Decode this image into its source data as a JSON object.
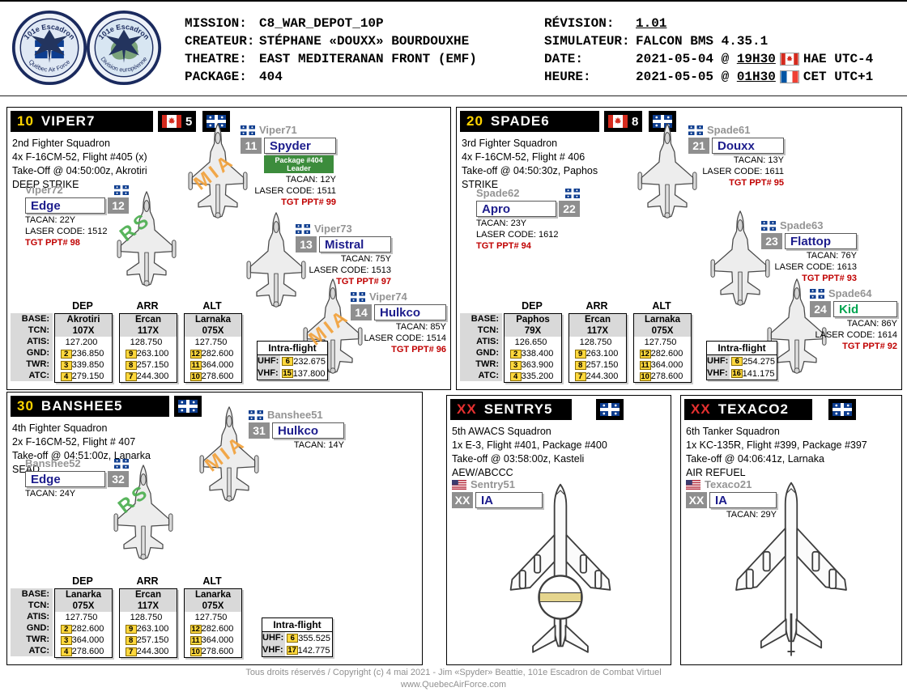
{
  "header": {
    "logos": {
      "left_top_arc": "101e Escadron",
      "left_bottom_arc": "Québec Air Force",
      "right_top_arc": "101e Escadron",
      "right_bottom_arc": "Division européenne"
    },
    "fields_left": [
      {
        "label": "MISSION:",
        "value": "C8_WAR_DEPOT_10P"
      },
      {
        "label": "CREATEUR:",
        "value": "STÉPHANE «DOUXX» BOURDOUXHE"
      },
      {
        "label": "THEATRE:",
        "value": "EAST MEDITERANAN FRONT (EMF)"
      },
      {
        "label": "PACKAGE:",
        "value": "404"
      }
    ],
    "revision": {
      "label": "RÉVISION:",
      "value": "1.01"
    },
    "simulateur": {
      "label": "SIMULATEUR:",
      "value": "FALCON BMS 4.35.1"
    },
    "date": {
      "label": "DATE:",
      "value": "2021-05-04 @",
      "time": "19H30",
      "tz": "HAE UTC-4"
    },
    "heure": {
      "label": "HEURE:",
      "value": "2021-05-05 @",
      "time": "01H30",
      "tz": "CET UTC+1"
    }
  },
  "icons": {
    "canada_flag": "canada-flag",
    "quebec_flag": "quebec-flag",
    "us_flag": "us-flag",
    "france_flag": "france-flag"
  },
  "colors": {
    "flight_number_yellow": "#FFD400",
    "flight_number_red": "#E53030",
    "pilot_navy": "#1c1c8c",
    "pilot_green": "#00A550",
    "tgt_red": "#C00000",
    "mia_orange": "#F2A23C",
    "rs_green": "#4CAF50",
    "preset_yellow": "#FFD83D"
  },
  "flights": [
    {
      "number": "10",
      "name": "VIPER7",
      "canada_count": "5",
      "desc": [
        "2nd Fighter Squadron",
        "4x F-16CM-52, Flight #405 (x)",
        "Take-Off @ 04:50:00z, Akrotiri",
        "DEEP STRIKE"
      ],
      "aircraft": [
        {
          "callsign": "Viper71",
          "num": "11",
          "pilot": "Spyder",
          "leader_badge": "Package #404 Leader",
          "tacan": "TACAN: 12Y",
          "laser": "LASER CODE: 1511",
          "tgt": "TGT PPT# 99",
          "status": "MIA"
        },
        {
          "callsign": "Viper72",
          "num": "12",
          "pilot": "Edge",
          "tacan": "TACAN: 22Y",
          "laser": "LASER CODE: 1512",
          "tgt": "TGT PPT# 98",
          "status": "RS"
        },
        {
          "callsign": "Viper73",
          "num": "13",
          "pilot": "Mistral",
          "tacan": "TACAN: 75Y",
          "laser": "LASER CODE: 1513",
          "tgt": "TGT PPT# 97"
        },
        {
          "callsign": "Viper74",
          "num": "14",
          "pilot": "Hulkco",
          "tacan": "TACAN: 85Y",
          "laser": "LASER CODE: 1514",
          "tgt": "TGT PPT# 96",
          "status": "MIA"
        }
      ],
      "table": {
        "row_labels": [
          "BASE:",
          "TCN:",
          "ATIS:",
          "GND:",
          "TWR:",
          "ATC:"
        ],
        "columns": [
          {
            "header": "DEP",
            "base": "Akrotiri",
            "tcn": "107X",
            "atis": "127.200",
            "gnd": {
              "ch": "2",
              "freq": "236.850"
            },
            "twr": {
              "ch": "3",
              "freq": "339.850"
            },
            "atc": {
              "ch": "4",
              "freq": "279.150"
            }
          },
          {
            "header": "ARR",
            "base": "Ercan",
            "tcn": "117X",
            "atis": "128.750",
            "gnd": {
              "ch": "9",
              "freq": "263.100"
            },
            "twr": {
              "ch": "8",
              "freq": "257.150"
            },
            "atc": {
              "ch": "7",
              "freq": "244.300"
            }
          },
          {
            "header": "ALT",
            "base": "Larnaka",
            "tcn": "075X",
            "atis": "127.750",
            "gnd": {
              "ch": "12",
              "freq": "282.600"
            },
            "twr": {
              "ch": "11",
              "freq": "364.000"
            },
            "atc": {
              "ch": "10",
              "freq": "278.600"
            }
          }
        ]
      },
      "intra": {
        "title": "Intra-flight",
        "uhf_label": "UHF:",
        "uhf_ch": "6",
        "uhf": "232.675",
        "vhf_label": "VHF:",
        "vhf_ch": "15",
        "vhf": "137.800"
      }
    },
    {
      "number": "20",
      "name": "SPADE6",
      "canada_count": "8",
      "desc": [
        "3rd Fighter Squadron",
        "4x F-16CM-52, Flight # 406",
        "Take-off @ 04:50:30z, Paphos",
        "STRIKE"
      ],
      "aircraft": [
        {
          "callsign": "Spade61",
          "num": "21",
          "pilot": "Douxx",
          "tacan": "TACAN: 13Y",
          "laser": "LASER CODE: 1611",
          "tgt": "TGT PPT# 95"
        },
        {
          "callsign": "Spade62",
          "num": "22",
          "pilot": "Apro",
          "tacan": "TACAN: 23Y",
          "laser": "LASER CODE: 1612",
          "tgt": "TGT PPT# 94"
        },
        {
          "callsign": "Spade63",
          "num": "23",
          "pilot": "Flattop",
          "tacan": "TACAN: 76Y",
          "laser": "LASER CODE: 1613",
          "tgt": "TGT PPT# 93"
        },
        {
          "callsign": "Spade64",
          "num": "24",
          "pilot": "Kid",
          "tacan": "TACAN: 86Y",
          "laser": "LASER CODE: 1614",
          "tgt": "TGT PPT# 92"
        }
      ],
      "table": {
        "row_labels": [
          "BASE:",
          "TCN:",
          "ATIS:",
          "GND:",
          "TWR:",
          "ATC:"
        ],
        "columns": [
          {
            "header": "DEP",
            "base": "Paphos",
            "tcn": "79X",
            "atis": "126.650",
            "gnd": {
              "ch": "2",
              "freq": "338.400"
            },
            "twr": {
              "ch": "3",
              "freq": "363.900"
            },
            "atc": {
              "ch": "4",
              "freq": "335.200"
            }
          },
          {
            "header": "ARR",
            "base": "Ercan",
            "tcn": "117X",
            "atis": "128.750",
            "gnd": {
              "ch": "9",
              "freq": "263.100"
            },
            "twr": {
              "ch": "8",
              "freq": "257.150"
            },
            "atc": {
              "ch": "7",
              "freq": "244.300"
            }
          },
          {
            "header": "ALT",
            "base": "Larnaka",
            "tcn": "075X",
            "atis": "127.750",
            "gnd": {
              "ch": "12",
              "freq": "282.600"
            },
            "twr": {
              "ch": "11",
              "freq": "364.000"
            },
            "atc": {
              "ch": "10",
              "freq": "278.600"
            }
          }
        ]
      },
      "intra": {
        "title": "Intra-flight",
        "uhf_label": "UHF:",
        "uhf_ch": "6",
        "uhf": "254.275",
        "vhf_label": "VHF:",
        "vhf_ch": "16",
        "vhf": "141.175"
      }
    },
    {
      "number": "30",
      "name": "BANSHEE5",
      "desc": [
        "4th Fighter Squadron",
        "2x F-16CM-52, Flight # 407",
        "Take-off @ 04:51:00z, Lanarka",
        "SEAD"
      ],
      "aircraft": [
        {
          "callsign": "Banshee51",
          "num": "31",
          "pilot": "Hulkco",
          "tacan": "TACAN: 14Y",
          "status": "MIA"
        },
        {
          "callsign": "Banshee52",
          "num": "32",
          "pilot": "Edge",
          "tacan": "TACAN: 24Y",
          "status": "RS"
        }
      ],
      "table": {
        "row_labels": [
          "BASE:",
          "TCN:",
          "ATIS:",
          "GND:",
          "TWR:",
          "ATC:"
        ],
        "columns": [
          {
            "header": "DEP",
            "base": "Lanarka",
            "tcn": "075X",
            "atis": "127.750",
            "gnd": {
              "ch": "2",
              "freq": "282.600"
            },
            "twr": {
              "ch": "3",
              "freq": "364.000"
            },
            "atc": {
              "ch": "4",
              "freq": "278.600"
            }
          },
          {
            "header": "ARR",
            "base": "Ercan",
            "tcn": "117X",
            "atis": "128.750",
            "gnd": {
              "ch": "9",
              "freq": "263.100"
            },
            "twr": {
              "ch": "8",
              "freq": "257.150"
            },
            "atc": {
              "ch": "7",
              "freq": "244.300"
            }
          },
          {
            "header": "ALT",
            "base": "Lanarka",
            "tcn": "075X",
            "atis": "127.750",
            "gnd": {
              "ch": "12",
              "freq": "282.600"
            },
            "twr": {
              "ch": "11",
              "freq": "364.000"
            },
            "atc": {
              "ch": "10",
              "freq": "278.600"
            }
          }
        ]
      },
      "intra": {
        "title": "Intra-flight",
        "uhf_label": "UHF:",
        "uhf_ch": "6",
        "uhf": "355.525",
        "vhf_label": "VHF:",
        "vhf_ch": "17",
        "vhf": "142.775"
      }
    },
    {
      "number": "XX",
      "name": "SENTRY5",
      "desc": [
        "5th AWACS Squadron",
        "1x E-3, Flight #401, Package #400",
        "Take-off @ 03:58:00z, Kasteli",
        "AEW/ABCCC"
      ],
      "aircraft": [
        {
          "callsign": "Sentry51",
          "num": "XX",
          "pilot": "IA"
        }
      ]
    },
    {
      "number": "XX",
      "name": "TEXACO2",
      "desc": [
        "6th Tanker Squadron",
        "1x KC-135R, Flight #399, Package #397",
        "Take-off @ 04:06:41z, Larnaka",
        "AIR REFUEL"
      ],
      "aircraft": [
        {
          "callsign": "Texaco21",
          "num": "XX",
          "pilot": "IA",
          "tacan": "TACAN: 29Y"
        }
      ]
    }
  ],
  "footer": {
    "line1": "Tous droits réservés / Copyright (c) 4 mai 2021 - Jim «Spyder» Beattie, 101e Escadron de Combat Virtuel",
    "line2": "www.QuebecAirForce.com"
  }
}
